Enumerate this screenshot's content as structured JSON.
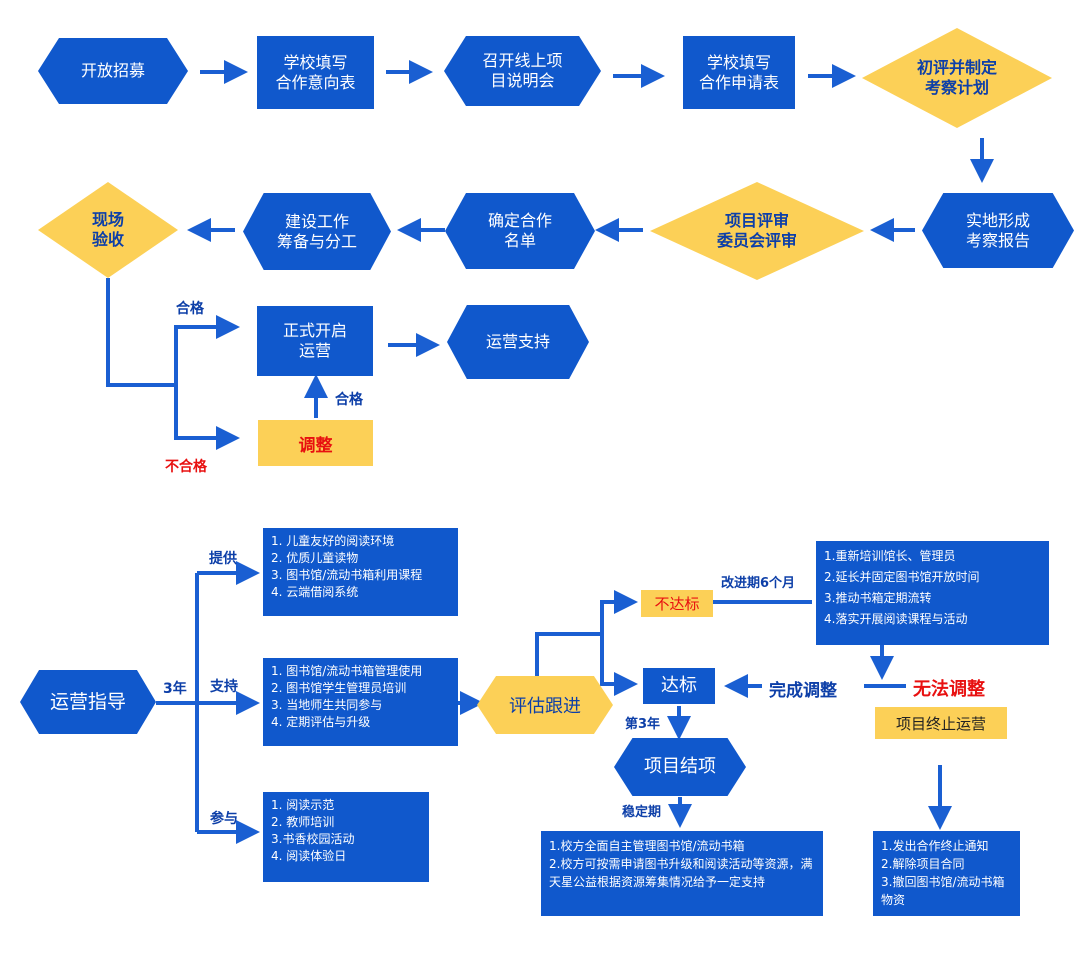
{
  "colors": {
    "blue": "#1058cc",
    "arrow": "#1a5fd2",
    "yellow": "#fcd057",
    "dark_text": "#0d3fa8",
    "red": "#e81010"
  },
  "top": {
    "n1": "开放招募",
    "n2": "学校填写\n合作意向表",
    "n3": "召开线上项\n目说明会",
    "n4": "学校填写\n合作申请表",
    "n5": "初评并制定\n考察计划",
    "n6": "实地形成\n考察报告",
    "n7": "项目评审\n委员会评审",
    "n8": "确定合作\n名单",
    "n9": "建设工作\n筹备与分工",
    "n10": "现场\n验收",
    "n11": "正式开启\n运营",
    "n12": "运营支持",
    "n13": "调整",
    "lbl_pass1": "合格",
    "lbl_fail": "不合格",
    "lbl_pass2": "合格"
  },
  "bottom": {
    "ops": "运营指导",
    "years": "3年",
    "lbl_provide": "提供",
    "lbl_support": "支持",
    "lbl_join": "参与",
    "provide_items": [
      "1. 儿童友好的阅读环境",
      "2. 优质儿童读物",
      "3. 图书馆/流动书箱利用课程",
      "4. 云端借阅系统"
    ],
    "support_items": [
      "1. 图书馆/流动书箱管理使用",
      "2. 图书馆学生管理员培训",
      "3. 当地师生共同参与",
      "4. 定期评估与升级"
    ],
    "join_items": [
      "1. 阅读示范",
      "2. 教师培训",
      "3.书香校园活动",
      "4. 阅读体验日"
    ],
    "assess": "评估跟进",
    "not_met": "不达标",
    "improve": "改进期6个月",
    "improve_items": [
      "1.重新培训馆长、管理员",
      "2.延长并固定图书馆开放时间",
      "3.推动书箱定期流转",
      "4.落实开展阅读课程与活动"
    ],
    "met": "达标",
    "done_adjust": "完成调整",
    "cannot_adjust": "无法调整",
    "terminate": "项目终止运营",
    "year3": "第3年",
    "closing": "项目结项",
    "stable": "稳定期",
    "stable_items": [
      "1.校方全面自主管理图书馆/流动书箱",
      "2.校方可按需申请图书升级和阅读活动等资源，满天星公益根据资源筹集情况给予一定支持"
    ],
    "end_items": [
      "1.发出合作终止通知",
      "2.解除项目合同",
      "3.撤回图书馆/流动书箱物资"
    ]
  }
}
